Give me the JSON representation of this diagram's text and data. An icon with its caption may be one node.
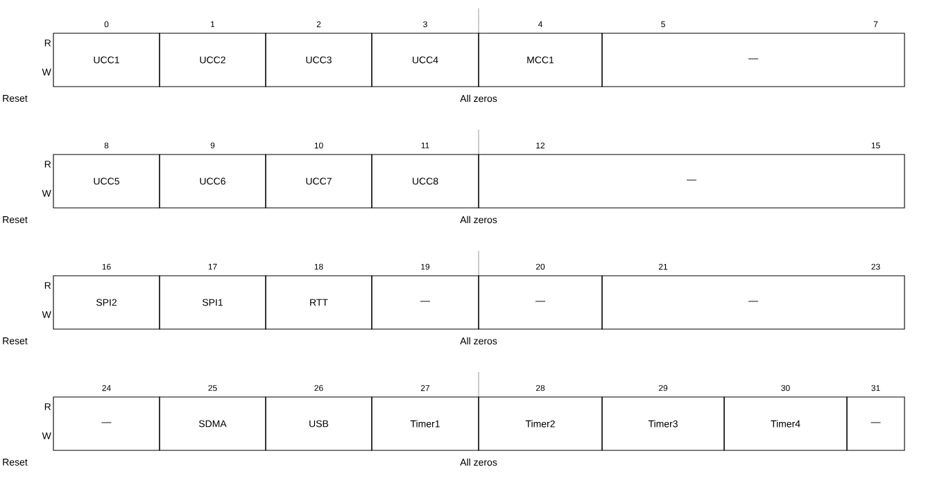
{
  "diagram": {
    "nodes": [
      {
        "text": [
          "UCC1"
        ]
      },
      {
        "text": [
          "UCC2"
        ]
      },
      {
        "text": [
          "UCC3"
        ]
      },
      {
        "text": [
          "UCC4"
        ]
      },
      {
        "text": [
          "MCC1"
        ]
      },
      {
        "text": [
          "—"
        ]
      },
      {
        "text": [
          "UCC5"
        ]
      },
      {
        "text": [
          "UCC6"
        ]
      },
      {
        "text": [
          "UCC7"
        ]
      },
      {
        "text": [
          "UCC8"
        ]
      },
      {
        "text": [
          "—"
        ]
      },
      {
        "text": [
          "SPI2"
        ]
      },
      {
        "text": [
          "SPI1"
        ]
      },
      {
        "text": [
          "RTT"
        ]
      },
      {
        "text": [
          "—"
        ]
      },
      {
        "text": [
          "—"
        ]
      },
      {
        "text": [
          "—"
        ]
      },
      {
        "text": [
          "—"
        ]
      },
      {
        "text": [
          "SDMA"
        ]
      },
      {
        "text": [
          "USB"
        ]
      },
      {
        "text": [
          "Timer1"
        ]
      },
      {
        "text": [
          "Timer2"
        ]
      },
      {
        "text": [
          "Timer3"
        ]
      },
      {
        "text": [
          "Timer4"
        ]
      },
      {
        "text": [
          "—"
        ]
      }
    ],
    "labels": [
      "0",
      "1",
      "2",
      "3",
      "4",
      "5",
      "7",
      "R",
      "W",
      "Reset",
      "All zeros",
      "8",
      "9",
      "10",
      "11",
      "12",
      "15",
      "R",
      "W",
      "Reset",
      "All zeros",
      "16",
      "17",
      "18",
      "19",
      "20",
      "21",
      "23",
      "R",
      "W",
      "Reset",
      "All zeros",
      "24",
      "25",
      "26",
      "27",
      "28",
      "29",
      "30",
      "31",
      "R",
      "W",
      "Reset",
      "All zeros"
    ]
  }
}
